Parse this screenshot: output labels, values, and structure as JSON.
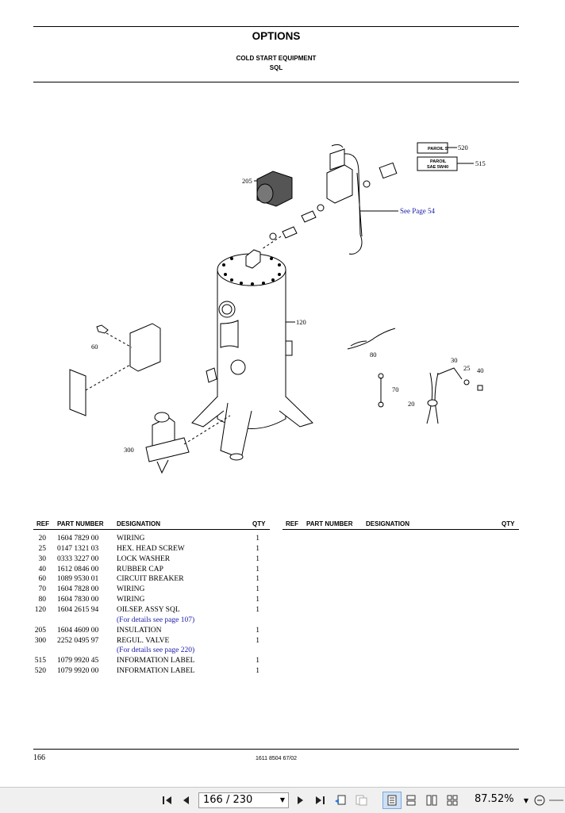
{
  "document": {
    "title": "OPTIONS",
    "subtitle_1": "COLD START EQUIPMENT",
    "subtitle_2": "SQL",
    "page_number": "166",
    "doc_code": "1611 8504 67/02"
  },
  "diagram": {
    "callouts": {
      "c205": "205",
      "c520": "520",
      "c515": "515",
      "c120": "120",
      "c60": "60",
      "c80": "80",
      "c30": "30",
      "c25": "25",
      "c40": "40",
      "c70": "70",
      "c20": "20",
      "c300": "300"
    },
    "see_page": "See Page 54",
    "label_520": "PAROIL S",
    "label_515a": "PAROIL",
    "label_515b": "SAE 5W40"
  },
  "table": {
    "headers": {
      "ref": "REF",
      "part_number": "PART NUMBER",
      "designation": "DESIGNATION",
      "qty": "QTY"
    },
    "rows": [
      {
        "ref": "20",
        "pn": "1604 7829 00",
        "des": "WIRING",
        "qty": "1"
      },
      {
        "ref": "25",
        "pn": "0147 1321 03",
        "des": "HEX. HEAD SCREW",
        "qty": "1"
      },
      {
        "ref": "30",
        "pn": "0333 3227 00",
        "des": "LOCK WASHER",
        "qty": "1"
      },
      {
        "ref": "40",
        "pn": "1612 0846 00",
        "des": "RUBBER CAP",
        "qty": "1"
      },
      {
        "ref": "60",
        "pn": "1089 9530 01",
        "des": "CIRCUIT BREAKER",
        "qty": "1"
      },
      {
        "ref": "70",
        "pn": "1604 7828 00",
        "des": "WIRING",
        "qty": "1"
      },
      {
        "ref": "80",
        "pn": "1604 7830 00",
        "des": "WIRING",
        "qty": "1"
      },
      {
        "ref": "120",
        "pn": "1604 2615 94",
        "des": "OILSEP. ASSY SQL",
        "qty": "1"
      },
      {
        "ref": "",
        "pn": "",
        "des": "(For details see page 107)",
        "qty": "",
        "link": true
      },
      {
        "ref": "205",
        "pn": "1604 4609 00",
        "des": "INSULATION",
        "qty": "1"
      },
      {
        "ref": "300",
        "pn": "2252 0495 97",
        "des": "REGUL. VALVE",
        "qty": "1"
      },
      {
        "ref": "",
        "pn": "",
        "des": "(For details see page 220)",
        "qty": "",
        "link": true
      },
      {
        "ref": "515",
        "pn": "1079 9920 45",
        "des": "INFORMATION LABEL",
        "qty": "1"
      },
      {
        "ref": "520",
        "pn": "1079 9920 00",
        "des": "INFORMATION LABEL",
        "qty": "1"
      }
    ]
  },
  "viewer": {
    "page_field": "166 / 230",
    "zoom": "87.52%",
    "colors": {
      "toolbar_bg": "#f0f0f0",
      "link": "#1a1aa8"
    }
  }
}
